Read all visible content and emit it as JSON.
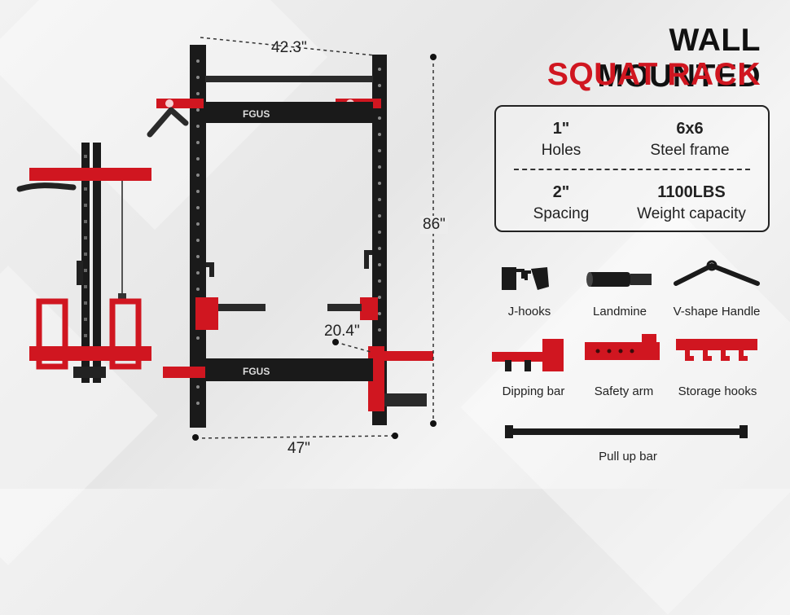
{
  "title": {
    "line1": "WALL MOUNTED",
    "line2": "SQUAT RACK"
  },
  "brand": "FGUS",
  "dimensions": {
    "top_width": "42.3\"",
    "height": "86\"",
    "depth": "20.4\"",
    "bottom_width": "47\""
  },
  "specs": [
    {
      "value": "1\"",
      "label": "Holes"
    },
    {
      "value": "6x6",
      "label": "Steel frame"
    },
    {
      "value": "2\"",
      "label": "Spacing"
    },
    {
      "value": "1100LBS",
      "label": "Weight capacity"
    }
  ],
  "accessories": [
    {
      "label": "J-hooks"
    },
    {
      "label": "Landmine"
    },
    {
      "label": "V-shape Handle"
    },
    {
      "label": "Dipping bar"
    },
    {
      "label": "Safety arm"
    },
    {
      "label": "Storage hooks"
    },
    {
      "label": "Pull up bar"
    }
  ],
  "colors": {
    "accent_red": "#d01620",
    "frame_black": "#1a1a1a",
    "text_dark": "#111111"
  }
}
